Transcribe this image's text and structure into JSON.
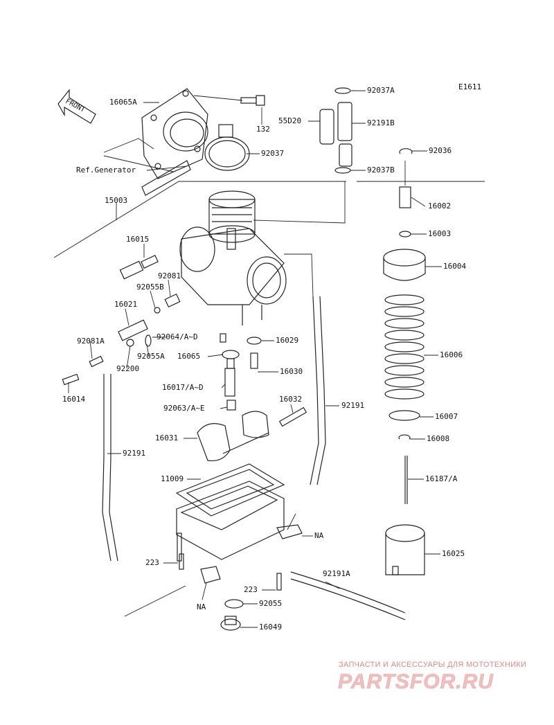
{
  "diagram": {
    "code": "E1611",
    "front_label": "FRONT",
    "colors": {
      "line": "#222222",
      "watermark": "#e8a5a5"
    },
    "parts": [
      {
        "id": "p-16065a",
        "label": "16065A"
      },
      {
        "id": "p-132",
        "label": "132"
      },
      {
        "id": "p-92037",
        "label": "92037"
      },
      {
        "id": "p-ref-generator",
        "label": "Ref.Generator"
      },
      {
        "id": "p-15003",
        "label": "15003"
      },
      {
        "id": "p-92037a",
        "label": "92037A"
      },
      {
        "id": "p-55020",
        "label": "55D20"
      },
      {
        "id": "p-92191b",
        "label": "92191B"
      },
      {
        "id": "p-92037b",
        "label": "92037B"
      },
      {
        "id": "p-92036",
        "label": "92036"
      },
      {
        "id": "p-16002",
        "label": "16002"
      },
      {
        "id": "p-16003",
        "label": "16003"
      },
      {
        "id": "p-16004",
        "label": "16004"
      },
      {
        "id": "p-16006",
        "label": "16006"
      },
      {
        "id": "p-16007",
        "label": "16007"
      },
      {
        "id": "p-16008",
        "label": "16008"
      },
      {
        "id": "p-16187a",
        "label": "16187/A"
      },
      {
        "id": "p-16025",
        "label": "16025"
      },
      {
        "id": "p-16015",
        "label": "16015"
      },
      {
        "id": "p-92081",
        "label": "92081"
      },
      {
        "id": "p-92055b",
        "label": "92055B"
      },
      {
        "id": "p-16021",
        "label": "16021"
      },
      {
        "id": "p-92064",
        "label": "92064/A~D"
      },
      {
        "id": "p-92081a",
        "label": "92081A"
      },
      {
        "id": "p-92055a",
        "label": "92055A"
      },
      {
        "id": "p-92200",
        "label": "92200"
      },
      {
        "id": "p-16014",
        "label": "16014"
      },
      {
        "id": "p-16029",
        "label": "16029"
      },
      {
        "id": "p-16065",
        "label": "16065"
      },
      {
        "id": "p-16030",
        "label": "16030"
      },
      {
        "id": "p-16017",
        "label": "16017/A~D"
      },
      {
        "id": "p-92063",
        "label": "92063/A~E"
      },
      {
        "id": "p-16032",
        "label": "16032"
      },
      {
        "id": "p-92191-right",
        "label": "92191"
      },
      {
        "id": "p-16031",
        "label": "16031"
      },
      {
        "id": "p-92191-left",
        "label": "92191"
      },
      {
        "id": "p-11009",
        "label": "11009"
      },
      {
        "id": "p-na-right",
        "label": "NA"
      },
      {
        "id": "p-223-left",
        "label": "223"
      },
      {
        "id": "p-92191a",
        "label": "92191A"
      },
      {
        "id": "p-223-right",
        "label": "223"
      },
      {
        "id": "p-na-left",
        "label": "NA"
      },
      {
        "id": "p-92055",
        "label": "92055"
      },
      {
        "id": "p-16049",
        "label": "16049"
      }
    ]
  },
  "watermark": {
    "tagline": "ЗАПЧАСТИ И АКСЕССУАРЫ ДЛЯ МОТОТЕХНИКИ",
    "logo": "PARTSFOR.RU"
  }
}
